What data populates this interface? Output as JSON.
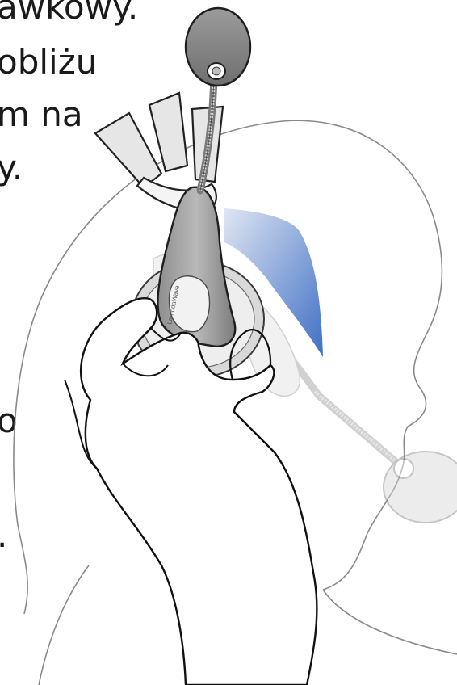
{
  "text_lines": [
    "awkowy.",
    "obliżu",
    "m na",
    "y.",
    "o",
    "."
  ],
  "headset_brand": "LambdaWave"
}
